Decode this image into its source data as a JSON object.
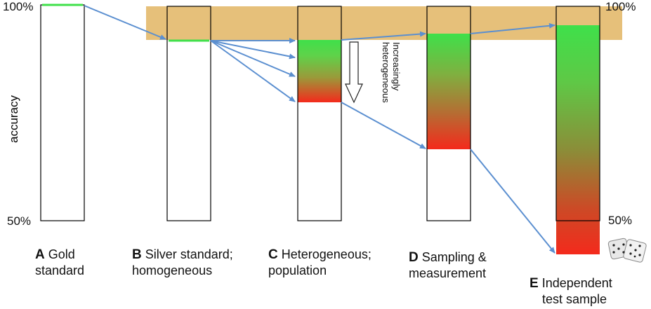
{
  "axis": {
    "label": "accuracy",
    "top_left": "100%",
    "bottom_left": "50%",
    "top_right": "100%",
    "bottom_right": "50%"
  },
  "annotation": {
    "line1": "Increasingly",
    "line2": "heterogeneous"
  },
  "panels": [
    {
      "letter": "A",
      "line1": "Gold",
      "line2": "standard"
    },
    {
      "letter": "B",
      "line1": "Silver standard;",
      "line2": "homogeneous"
    },
    {
      "letter": "C",
      "line1": "Heterogeneous;",
      "line2": "population"
    },
    {
      "letter": "D",
      "line1": "Sampling &",
      "line2": "measurement"
    },
    {
      "letter": "E",
      "line1": "Independent",
      "line2": "test sample"
    }
  ],
  "colors": {
    "band": "#e6c07a",
    "green": "#3fe04a",
    "red": "#f03020",
    "arrow": "#5b8fd0"
  }
}
